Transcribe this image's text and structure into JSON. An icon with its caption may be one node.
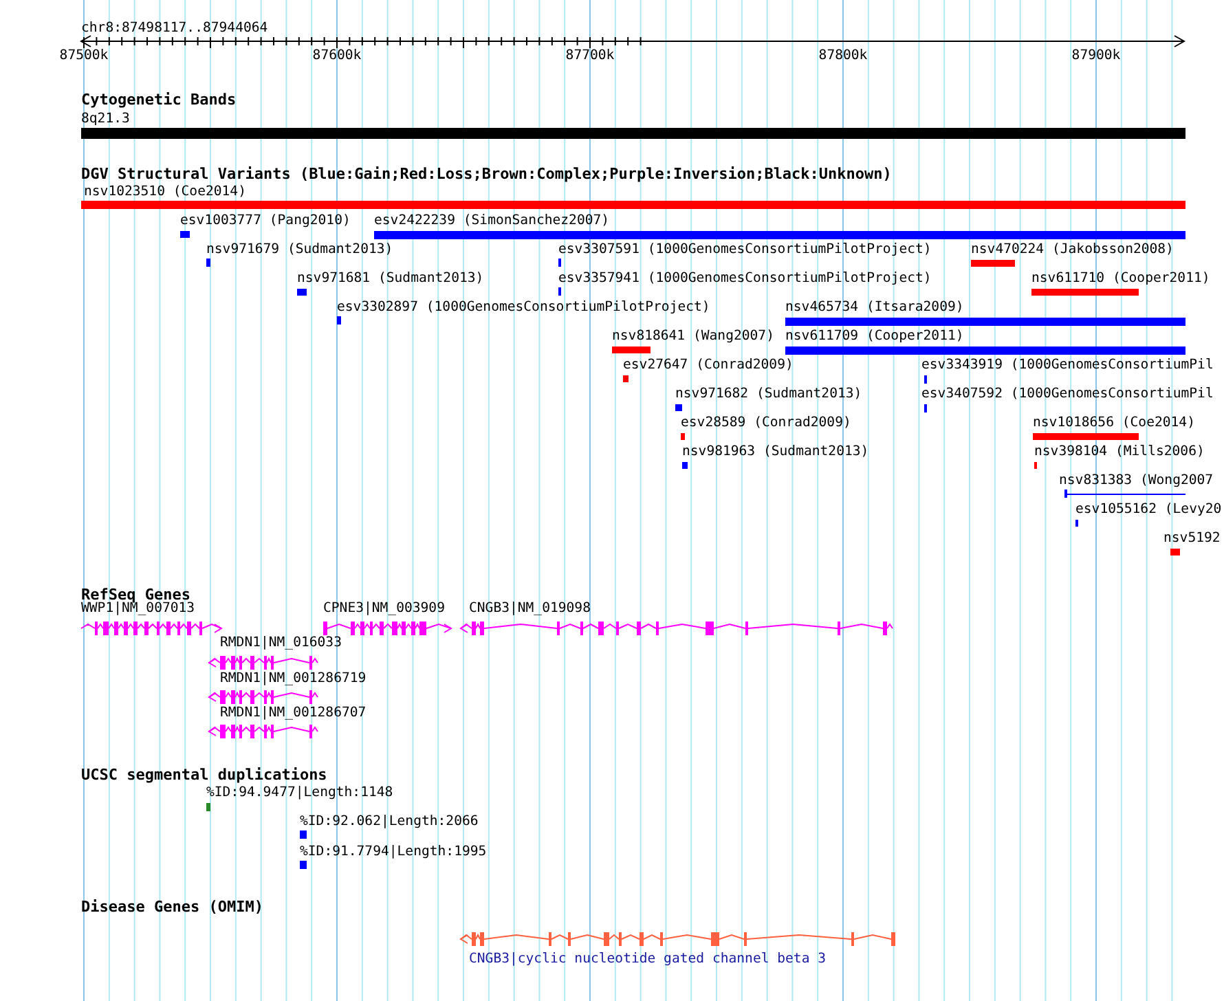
{
  "diagram": {
    "nodes": [
      {
        "text": [
          "8q21.3"
        ]
      },
      {
        "text": [
          "nsv1023510 (Coe2014)"
        ]
      },
      {
        "text": [
          "esv1003777 (Pang2010)"
        ]
      },
      {
        "text": [
          "esv2422239 (SimonSanchez2007)"
        ]
      },
      {
        "text": [
          "nsv971679 (Sudmant2013)"
        ]
      },
      {
        "text": [
          "esv3307591 (1000GenomesConsortiumPilotProject)"
        ]
      },
      {
        "text": [
          "nsv470224 (Jakobsson2008)"
        ]
      },
      {
        "text": [
          "nsv971681 (Sudmant2013)"
        ]
      },
      {
        "text": [
          "esv3357941 (1000GenomesConsortiumPilotProject)"
        ]
      },
      {
        "text": [
          "nsv611710 (Cooper2011)"
        ]
      },
      {
        "text": [
          "esv3302897 (1000GenomesConsortiumPilotProject)"
        ]
      },
      {
        "text": [
          "nsv465734 (Itsara2009)"
        ]
      },
      {
        "text": [
          "nsv818641 (Wang2007)"
        ]
      },
      {
        "text": [
          "nsv611709 (Cooper2011)"
        ]
      },
      {
        "text": [
          "esv27647 (Conrad2009)"
        ]
      },
      {
        "text": [
          "esv3343919 (1000GenomesConsortiumPil"
        ]
      },
      {
        "text": [
          "nsv971682 (Sudmant2013)"
        ]
      },
      {
        "text": [
          "esv3407592 (1000GenomesConsortiumPil"
        ]
      },
      {
        "text": [
          "esv28589 (Conrad2009)"
        ]
      },
      {
        "text": [
          "nsv1018656 (Coe2014)"
        ]
      },
      {
        "text": [
          "nsv981963 (Sudmant2013)"
        ]
      },
      {
        "text": [
          "nsv398104 (Mills2006)"
        ]
      },
      {
        "text": [
          "nsv831383 (Wong2007"
        ]
      },
      {
        "text": [
          "esv1055162 (Levy20"
        ]
      },
      {
        "text": [
          "nsv5192"
        ]
      },
      {
        "text": [
          "WWP1|NM_007013"
        ]
      },
      {
        "text": [
          "CPNE3|NM_003909"
        ]
      },
      {
        "text": [
          "CNGB3|NM_019098"
        ]
      },
      {
        "text": [
          "RMDN1|NM_016033"
        ]
      },
      {
        "text": [
          "RMDN1|NM_001286719"
        ]
      },
      {
        "text": [
          "RMDN1|NM_001286707"
        ]
      },
      {
        "text": [
          "%ID:94.9477|Length:1148"
        ]
      },
      {
        "text": [
          "%ID:92.062|Length:2066"
        ]
      },
      {
        "text": [
          "%ID:91.7794|Length:1995"
        ]
      },
      {
        "text": [
          "CNGB3|cyclic nucleotide gated channel beta 3"
        ]
      }
    ],
    "labels": [
      "chr8:87498117..87944064",
      "87500k",
      "87600k",
      "87700k",
      "87800k",
      "87900k",
      "Cytogenetic Bands",
      "DGV Structural Variants (Blue:Gain;Red:Loss;Brown:Complex;Purple:Inversion;Black:Unknown)",
      "RefSeq Genes",
      "UCSC segmental duplications",
      "Disease Genes (OMIM)"
    ]
  }
}
